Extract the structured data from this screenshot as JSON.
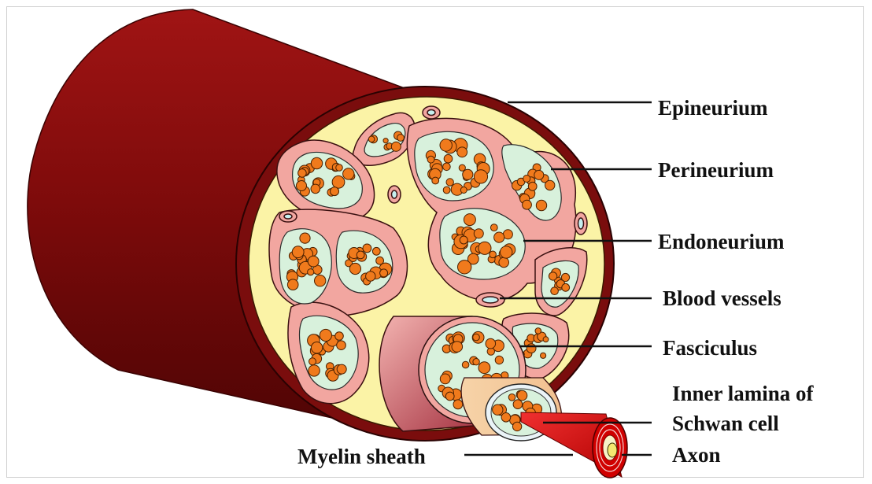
{
  "labels": {
    "epineurium": "Epineurium",
    "perineurium": "Perineurium",
    "endoneurium": "Endoneurium",
    "blood_vessels": "Blood vessels",
    "fasciculus": "Fasciculus",
    "inner_lamina_line1": "Inner lamina of",
    "inner_lamina_line2": "Schwan cell",
    "axon": "Axon",
    "myelin_sheath": "Myelin sheath"
  },
  "colors": {
    "epineurium_outer": "#8b0a0a",
    "epineurium_shadow": "#5a0505",
    "epineurium_rim": "#7a0d0d",
    "fat_tissue": "#fbf3a6",
    "perineurium": "#f2a6a0",
    "endoneurium": "#d8f1dc",
    "axon_fill": "#f07a1c",
    "vessel_fill": "#c6f0f0",
    "leader_line": "#111111"
  }
}
